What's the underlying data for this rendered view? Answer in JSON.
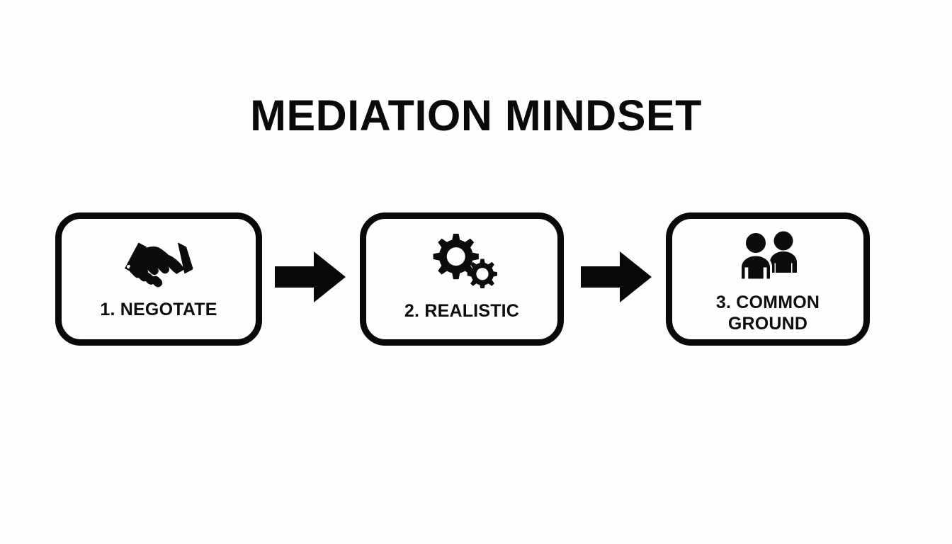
{
  "page": {
    "background_color": "#fdfdfc",
    "ink_color": "#0a0a0a"
  },
  "header": {
    "title": "MEDIATION MINDSET"
  },
  "diagram": {
    "type": "process-flow",
    "orientation": "horizontal",
    "step_count": 3,
    "steps": [
      {
        "number": "1.",
        "label": "1. NEGOTATE",
        "label_lines": [
          "1. NEGOTATE"
        ],
        "icon": "handshake-icon"
      },
      {
        "number": "2.",
        "label": "2. REALISTIC",
        "label_lines": [
          "2. REALISTIC"
        ],
        "icon": "gears-icon"
      },
      {
        "number": "3.",
        "label": "3. COMMON GROUND",
        "label_lines": [
          "3. COMMON",
          "GROUND"
        ],
        "icon": "two-people-icon"
      }
    ],
    "connectors": [
      {
        "icon": "arrow-right-icon",
        "from": "1. NEGOTATE",
        "to": "2. REALISTIC"
      },
      {
        "icon": "arrow-right-icon",
        "from": "2. REALISTIC",
        "to": "3. COMMON GROUND"
      }
    ]
  }
}
